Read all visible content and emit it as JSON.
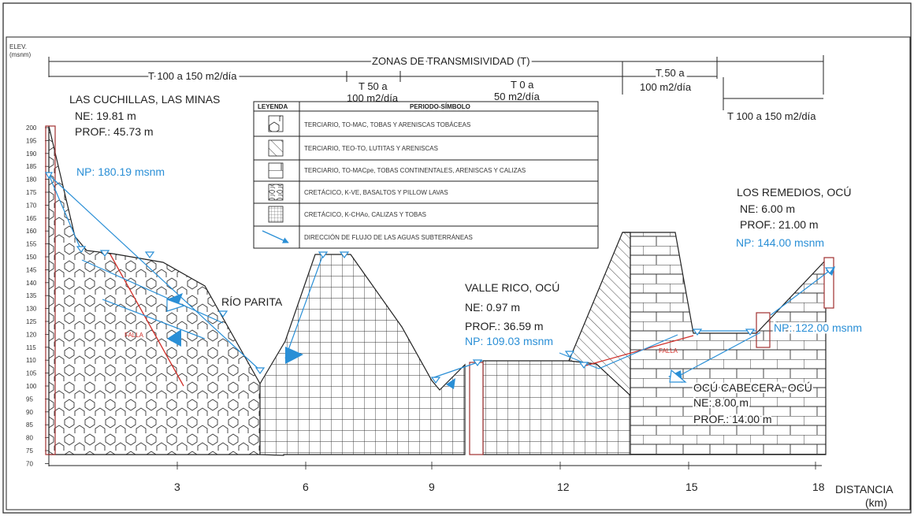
{
  "axis": {
    "ylabel": "ELEV.",
    "yunit": "(msnm)",
    "xlabel": "DISTANCIA",
    "xunit": "(km)",
    "yticks": [
      "200",
      "195",
      "190",
      "185",
      "180",
      "175",
      "170",
      "165",
      "160",
      "155",
      "150",
      "145",
      "140",
      "135",
      "130",
      "125",
      "120",
      "115",
      "110",
      "105",
      "100",
      "95",
      "90",
      "85",
      "80",
      "75",
      "70"
    ],
    "xticks": [
      "3",
      "6",
      "9",
      "12",
      "15",
      "18"
    ]
  },
  "zones": {
    "title": "ZONAS DE TRANSMISIVIDAD (T)",
    "z1": "T 100 a 150 m2/día",
    "z2a": "T 50 a",
    "z2b": "100 m2/día",
    "z3a": "T 0 a",
    "z3b": "50 m2/día",
    "z4a": "T 50 a",
    "z4b": "100 m2/día",
    "z5": "T 100 a 150 m2/día"
  },
  "legend": {
    "header_left": "LEYENDA",
    "header_right": "PERIODO-SÍMBOLO",
    "items": [
      {
        "pattern": "tobas",
        "label": "TERCIARIO, TO-MAC, TOBAS Y ARENISCAS TOBÁCEAS"
      },
      {
        "pattern": "lutitas",
        "label": "TERCIARIO, TEO-TO, LUTITAS Y ARENISCAS"
      },
      {
        "pattern": "brick",
        "label": "TERCIARIO, TO-MACpe, TOBAS CONTINENTALES, ARENISCAS Y CALIZAS"
      },
      {
        "pattern": "basaltos",
        "label": "CRETÁCICO, K-VE, BASALTOS Y PILLOW LAVAS"
      },
      {
        "pattern": "grid",
        "label": "CRETÁCICO, K-CHAo, CALIZAS Y TOBAS"
      },
      {
        "pattern": "arrow",
        "label": "DIRECCIÓN DE FLUJO DE LAS AGUAS SUBTERRÁNEAS"
      }
    ]
  },
  "wells": {
    "cuchillas": {
      "title": "LAS CUCHILLAS, LAS MINAS",
      "ne": "NE: 19.81 m",
      "prof": "PROF.: 45.73 m",
      "np": "NP: 180.19 msnm"
    },
    "valle": {
      "title": "VALLE RICO, OCÚ",
      "ne": "NE: 0.97 m",
      "prof": "PROF.: 36.59 m",
      "np": "NP: 109.03 msnm"
    },
    "remedios": {
      "title": "LOS REMEDIOS, OCÚ",
      "ne": "NE: 6.00 m",
      "prof": "PROF.: 21.00 m",
      "np": "NP: 144.00 msnm"
    },
    "cabecera": {
      "title": "OCÚ CABECERA, OCÚ",
      "ne": "NE: 8.00 m",
      "prof": "PROF.: 14.00 m",
      "np": "NP: 122.00 msnm"
    }
  },
  "labels": {
    "river": "RÍO PARITA",
    "fault1": "FALLA",
    "fault2": "FALLA"
  },
  "colors": {
    "water": "#2a8fd6",
    "fault": "#d0302a",
    "well": "#a03030",
    "line": "#222222"
  }
}
